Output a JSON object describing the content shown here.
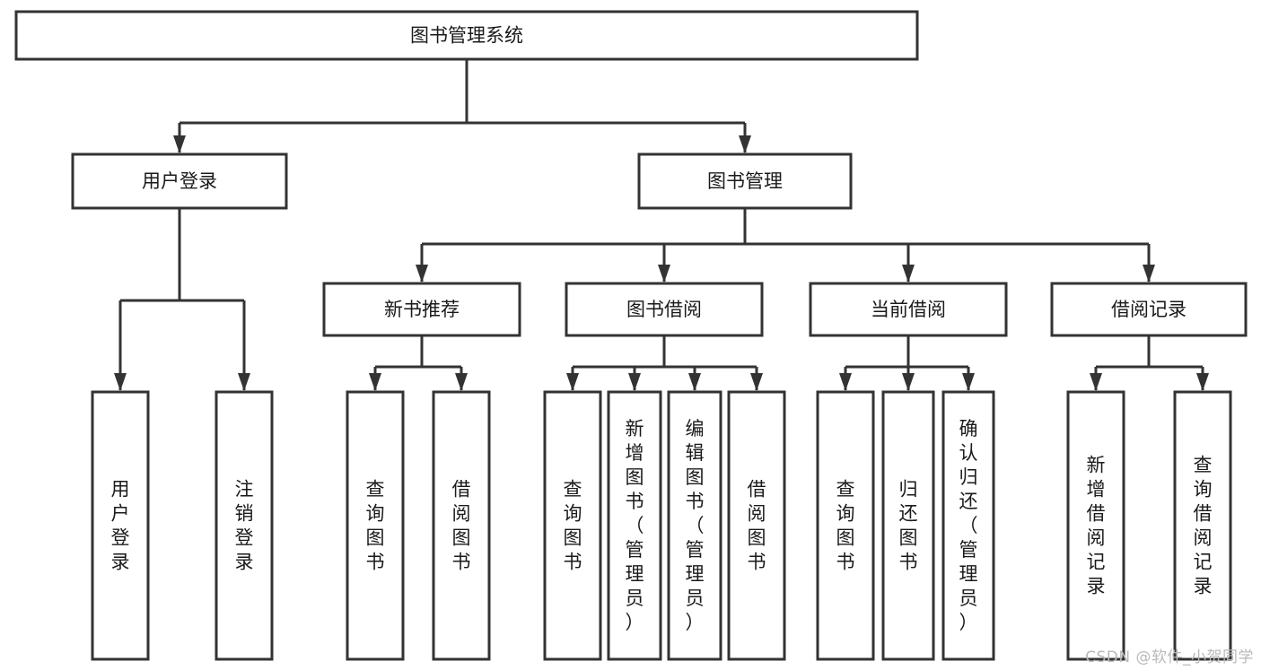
{
  "diagram": {
    "title": "图书管理系统",
    "type": "tree",
    "orientation": "top-down",
    "colors": {
      "background": "#ffffff",
      "box_fill": "#ffffff",
      "box_stroke": "#333333",
      "text": "#1a1a1a",
      "watermark": "#b9b9b9"
    },
    "nodes": {
      "root": {
        "label": "图书管理系统",
        "level": 0,
        "orientation": "horizontal"
      },
      "l1": [
        {
          "id": "user_login",
          "label": "用户登录",
          "level": 1,
          "orientation": "horizontal"
        },
        {
          "id": "book_manage",
          "label": "图书管理",
          "level": 1,
          "orientation": "horizontal"
        }
      ],
      "l2": [
        {
          "id": "new_book_rec",
          "label": "新书推荐",
          "level": 2,
          "orientation": "horizontal",
          "parent": "book_manage"
        },
        {
          "id": "book_borrow",
          "label": "图书借阅",
          "level": 2,
          "orientation": "horizontal",
          "parent": "book_manage"
        },
        {
          "id": "current_borrow",
          "label": "当前借阅",
          "level": 2,
          "orientation": "horizontal",
          "parent": "book_manage"
        },
        {
          "id": "borrow_record",
          "label": "借阅记录",
          "level": 2,
          "orientation": "horizontal",
          "parent": "book_manage"
        }
      ],
      "leaves": [
        {
          "id": "leaf_user_login",
          "label": "用户登录",
          "parent": "user_login",
          "orientation": "vertical"
        },
        {
          "id": "leaf_user_logout",
          "label": "注销登录",
          "parent": "user_login",
          "orientation": "vertical"
        },
        {
          "id": "leaf_query_book_1",
          "label": "查询图书",
          "parent": "new_book_rec",
          "orientation": "vertical"
        },
        {
          "id": "leaf_borrow_book_1",
          "label": "借阅图书",
          "parent": "new_book_rec",
          "orientation": "vertical"
        },
        {
          "id": "leaf_query_book_2",
          "label": "查询图书",
          "parent": "book_borrow",
          "orientation": "vertical"
        },
        {
          "id": "leaf_add_book",
          "label": "新增图书（管理员）",
          "parent": "book_borrow",
          "orientation": "vertical"
        },
        {
          "id": "leaf_edit_book",
          "label": "编辑图书（管理员）",
          "parent": "book_borrow",
          "orientation": "vertical"
        },
        {
          "id": "leaf_borrow_book_2",
          "label": "借阅图书",
          "parent": "book_borrow",
          "orientation": "vertical"
        },
        {
          "id": "leaf_query_book_3",
          "label": "查询图书",
          "parent": "current_borrow",
          "orientation": "vertical"
        },
        {
          "id": "leaf_return_book",
          "label": "归还图书",
          "parent": "current_borrow",
          "orientation": "vertical"
        },
        {
          "id": "leaf_confirm_return",
          "label": "确认归还（管理员）",
          "parent": "current_borrow",
          "orientation": "vertical"
        },
        {
          "id": "leaf_add_record",
          "label": "新增借阅记录",
          "parent": "borrow_record",
          "orientation": "vertical"
        },
        {
          "id": "leaf_query_record",
          "label": "查询借阅记录",
          "parent": "borrow_record",
          "orientation": "vertical"
        }
      ]
    },
    "watermark": "CSDN @软件_小贺同学"
  }
}
